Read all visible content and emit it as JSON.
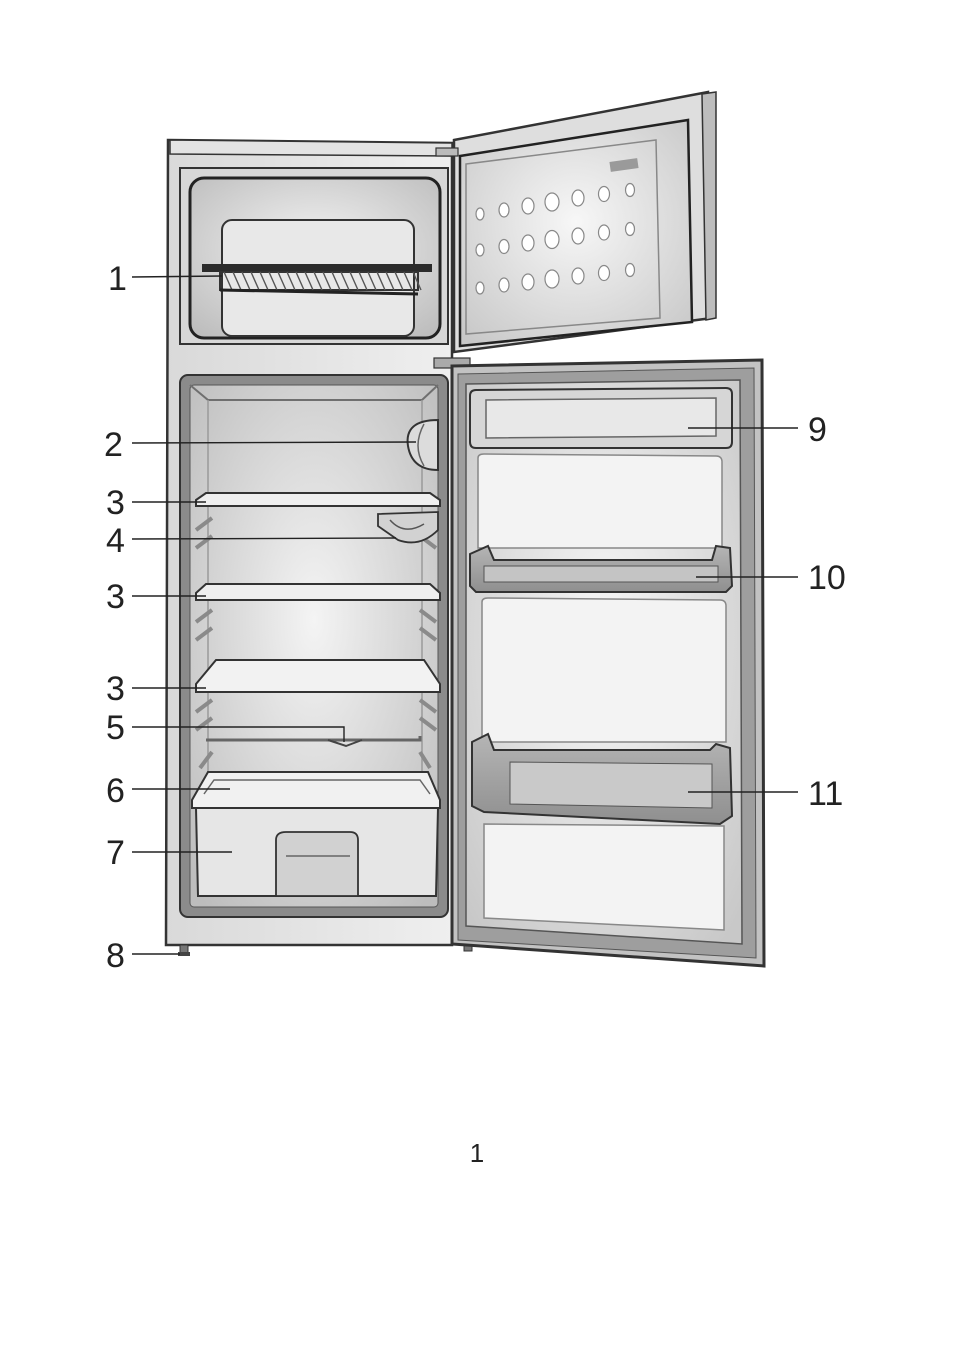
{
  "callouts": [
    {
      "id": "c1",
      "number": "1"
    },
    {
      "id": "c2",
      "number": "2"
    },
    {
      "id": "c3a",
      "number": "3"
    },
    {
      "id": "c4",
      "number": "4"
    },
    {
      "id": "c3b",
      "number": "3"
    },
    {
      "id": "c3c",
      "number": "3"
    },
    {
      "id": "c5",
      "number": "5"
    },
    {
      "id": "c6",
      "number": "6"
    },
    {
      "id": "c7",
      "number": "7"
    },
    {
      "id": "c8",
      "number": "8"
    },
    {
      "id": "c9",
      "number": "9"
    },
    {
      "id": "c10",
      "number": "10"
    },
    {
      "id": "c11",
      "number": "11"
    }
  ],
  "page_number": "1"
}
